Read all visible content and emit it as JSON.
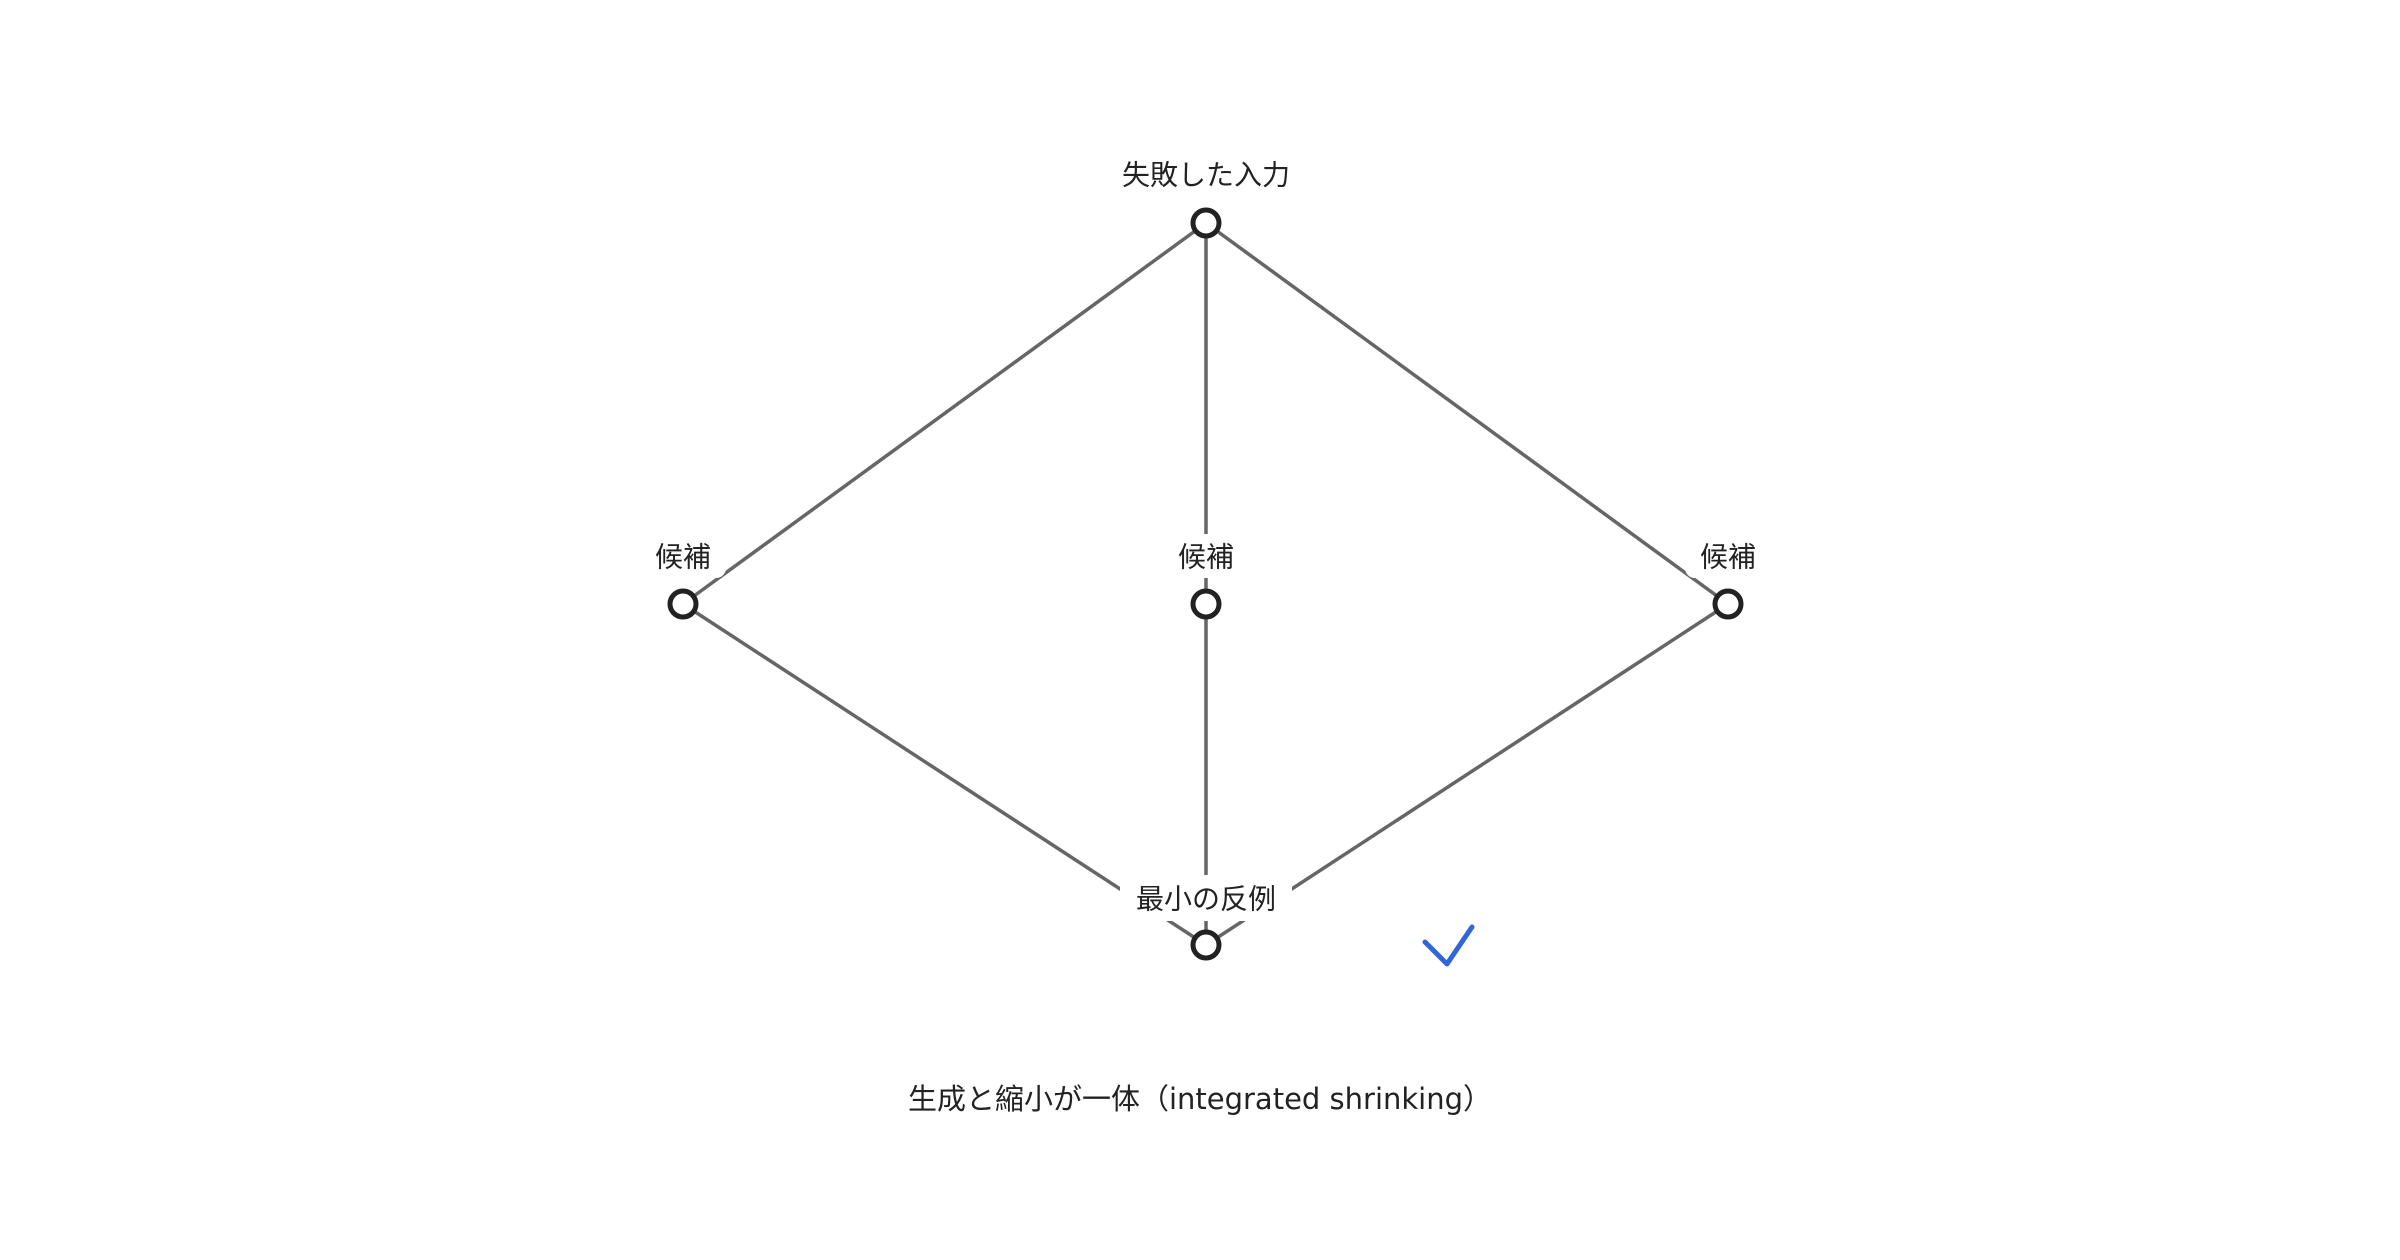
{
  "diagram": {
    "nodes": {
      "root": {
        "label": "失敗した入力"
      },
      "candidate_left": {
        "label": "候補"
      },
      "candidate_center": {
        "label": "候補"
      },
      "candidate_right": {
        "label": "候補"
      },
      "minimal": {
        "label": "最小の反例"
      }
    },
    "edges": [
      {
        "from": "root",
        "to": "candidate_left"
      },
      {
        "from": "root",
        "to": "candidate_center"
      },
      {
        "from": "root",
        "to": "candidate_right"
      },
      {
        "from": "candidate_left",
        "to": "minimal"
      },
      {
        "from": "candidate_center",
        "to": "minimal"
      },
      {
        "from": "candidate_right",
        "to": "minimal"
      }
    ],
    "caption": "生成と縮小が一体（integrated shrinking）",
    "checkmark": {
      "icon": "check-icon",
      "color": "#2f67d8"
    }
  }
}
